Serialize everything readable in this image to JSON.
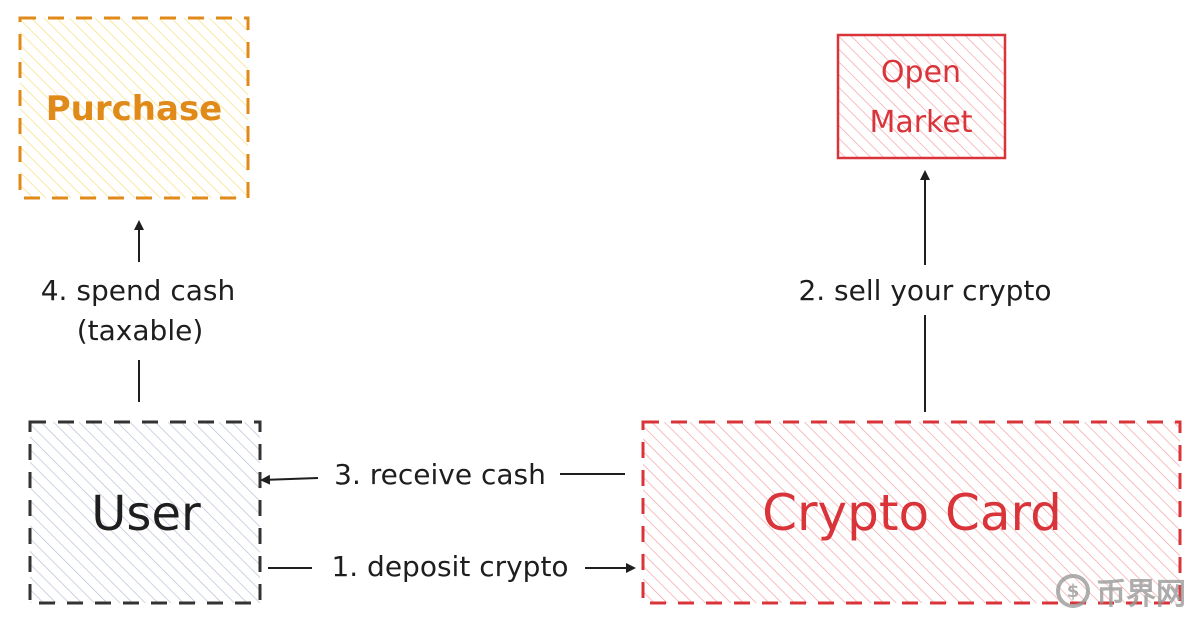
{
  "nodes": {
    "purchase": {
      "label": "Purchase",
      "stroke": "#e08a1a",
      "hatch": "#f7df7a",
      "text_color": "#e08a1a"
    },
    "open_market": {
      "line1": "Open",
      "line2": "Market",
      "stroke": "#d9343a",
      "hatch": "#f3a3a6",
      "text_color": "#d9343a"
    },
    "user": {
      "label": "User",
      "stroke": "#333333",
      "hatch": "#b8c0d6",
      "text_color": "#1e1e1e"
    },
    "crypto_card": {
      "label": "Crypto Card",
      "stroke": "#d9343a",
      "hatch": "#f3a3a6",
      "text_color": "#d9343a"
    }
  },
  "edges": {
    "deposit": "1. deposit crypto",
    "sell": "2. sell your crypto",
    "receive": "3. receive cash",
    "spend_line1": "4. spend cash",
    "spend_line2": "(taxable)"
  },
  "watermark": {
    "text": "币界网",
    "coin": "$"
  }
}
